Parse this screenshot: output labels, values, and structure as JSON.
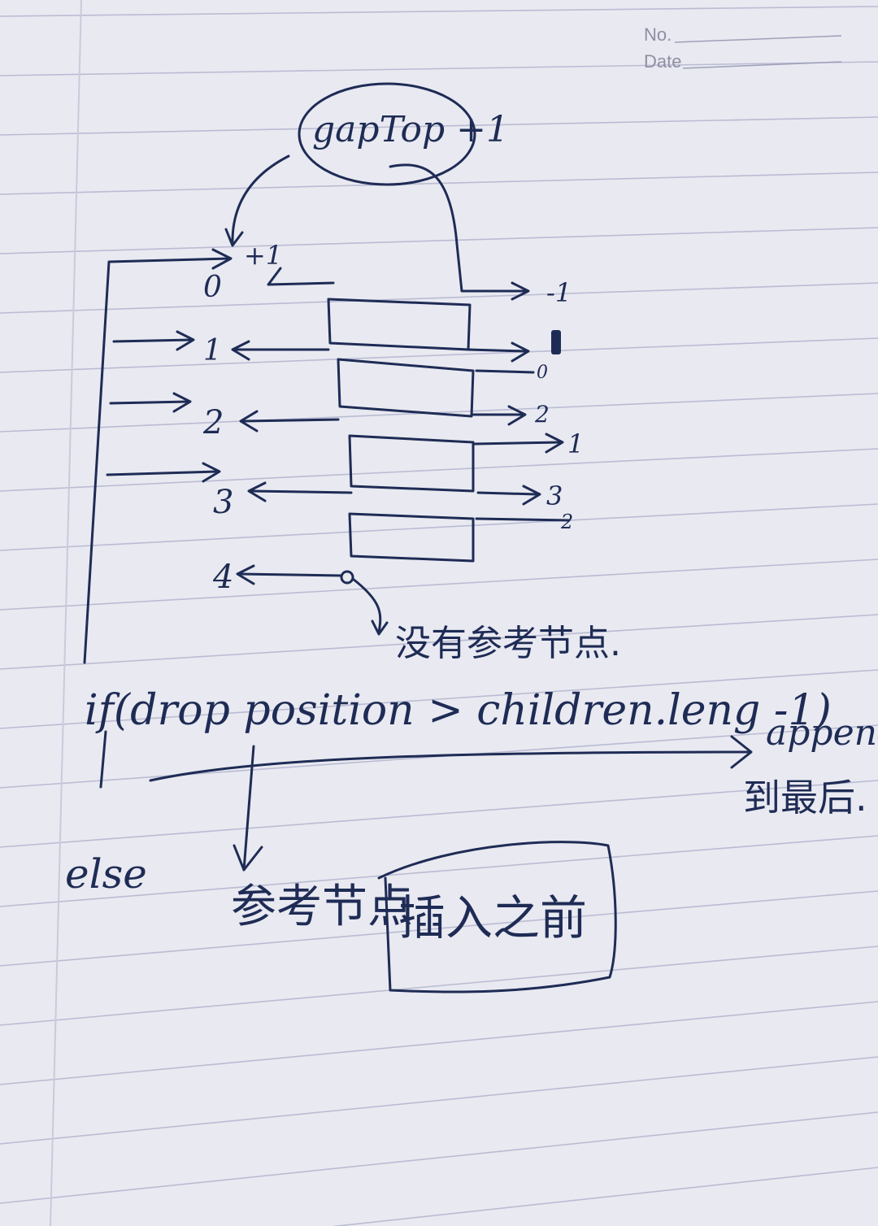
{
  "header": {
    "no_label": "No.",
    "date_label": "Date"
  },
  "top_node": "gapTop +1",
  "left_column": {
    "label_0": "0",
    "plus_one": "+1",
    "label_1": "1",
    "label_2": "2",
    "label_3": "3",
    "label_4": "4"
  },
  "right_column": {
    "label_neg1": "-1",
    "label_0": "0",
    "label_2": "2",
    "label_1": "1",
    "label_3": "3",
    "label_2b": "2"
  },
  "notes": {
    "no_reference": "没有参考节点.",
    "condition": "if(drop position > children.leng -1)",
    "append_text": "append",
    "append_sub": "到最后.",
    "else_text": "else",
    "ref_node": "参考节点",
    "insert_before": "插入之前"
  },
  "colors": {
    "paper": "#e9e9f1",
    "rule": "#b9bcd3",
    "ink": "#1e2c55",
    "header": "#8e8fa4"
  }
}
